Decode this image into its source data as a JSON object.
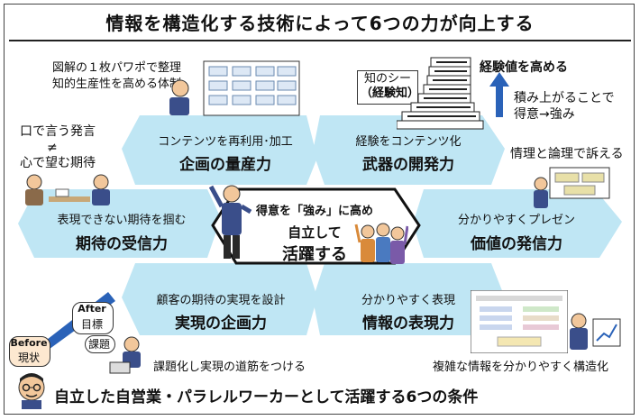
{
  "title": "情報を構造化する技術によって6つの力が向上する",
  "top_left_note": [
    "図解の１枚パワポで整理",
    "知的生産性を高める体制"
  ],
  "left_note": [
    "口で言う発言",
    "≠",
    "心で望む期待"
  ],
  "knowledge_sheet": [
    "知のシート",
    "（経験知）"
  ],
  "experience_note": {
    "head": "経験値を高める",
    "lines": [
      "積み上がることで",
      "得意→強み"
    ]
  },
  "right_note": "情理と論理で訴える",
  "bottom_left_note": "課題化し実現の道筋をつける",
  "bottom_right_note": "複雑な情報を分かりやすく構造化",
  "goal_labels": {
    "after": "After",
    "target": "目標",
    "issue": "課題",
    "before": "Before",
    "current": "現状"
  },
  "hexes": [
    {
      "sub": "コンテンツを再利用･加工",
      "main": "企画の量産力"
    },
    {
      "sub": "経験をコンテンツ化",
      "main": "武器の開発力"
    },
    {
      "sub": "表現できない期待を掴む",
      "main": "期待の受信力"
    },
    {
      "sub": "分かりやすくプレゼン",
      "main": "価値の発信力"
    },
    {
      "sub": "顧客の期待の実現を設計",
      "main": "実現の企画力"
    },
    {
      "sub": "分かりやすく表現",
      "main": "情報の表現力"
    }
  ],
  "center": {
    "line1": "得意を「強み」に高め",
    "line2": "自立して",
    "line3": "活躍する"
  },
  "footer": "自立した自営業・パラレルワーカーとして活躍する6つの条件",
  "colors": {
    "hex_fill": "#bfe6f4",
    "arrow": "#2a62b8",
    "ink": "#111111"
  }
}
